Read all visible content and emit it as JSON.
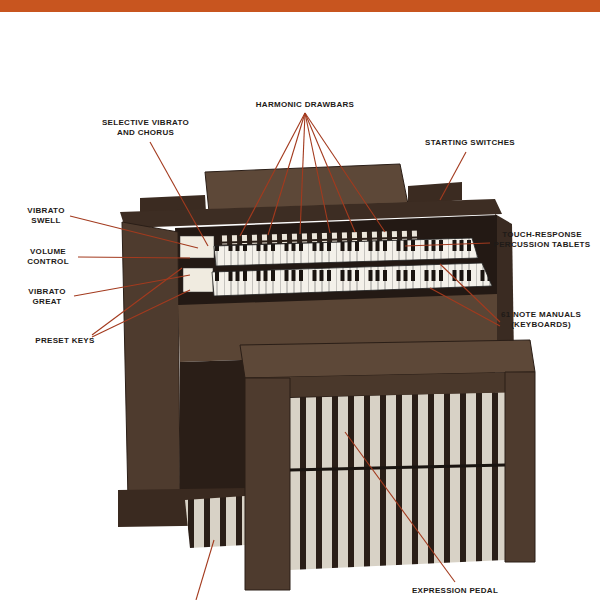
{
  "diagram": {
    "labels": [
      "HARMONIC DRAWBARS",
      "SELECTIVE VIBRATO AND CHORUS",
      "STARTING SWITCHES",
      "VIBRATO SWELL",
      "VOLUME CONTROL",
      "VIBRATO GREAT",
      "PRESET KEYS",
      "TOUCH-RESPONSE PERCUSSION TABLETS",
      "61 NOTE MANUALS (KEYBOARDS)",
      "EXPRESSION PEDAL"
    ]
  }
}
